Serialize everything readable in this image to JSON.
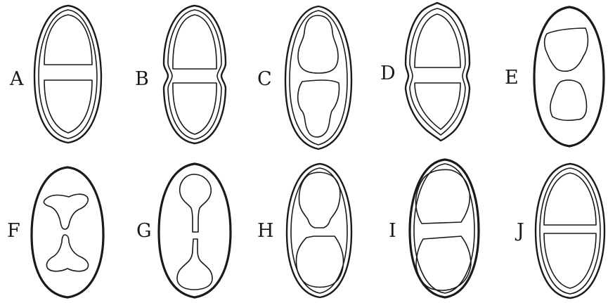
{
  "figure": {
    "panels": [
      {
        "label": "A"
      },
      {
        "label": "B"
      },
      {
        "label": "C"
      },
      {
        "label": "D"
      },
      {
        "label": "E"
      },
      {
        "label": "F"
      },
      {
        "label": "G"
      },
      {
        "label": "H"
      },
      {
        "label": "I"
      },
      {
        "label": "J"
      }
    ]
  }
}
